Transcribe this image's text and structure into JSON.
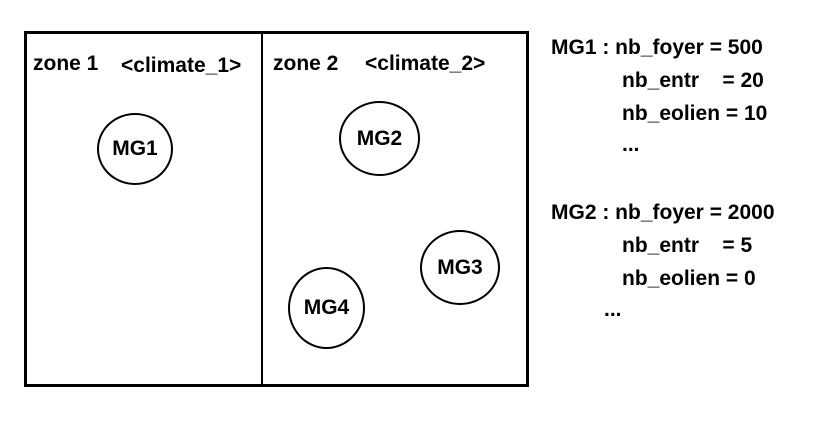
{
  "zones": [
    {
      "name": "zone 1",
      "climate": "<climate_1>"
    },
    {
      "name": "zone 2",
      "climate": "<climate_2>"
    }
  ],
  "microgrids": [
    "MG1",
    "MG2",
    "MG3",
    "MG4"
  ],
  "info": {
    "mg1": {
      "line1": "MG1 : nb_foyer = 500",
      "line2": "nb_entr    = 20",
      "line3": "nb_eolien = 10",
      "line4": "..."
    },
    "mg2": {
      "line1": "MG2 : nb_foyer = 2000",
      "line2": "nb_entr    = 5",
      "line3": "nb_eolien = 0",
      "line4": "..."
    }
  }
}
